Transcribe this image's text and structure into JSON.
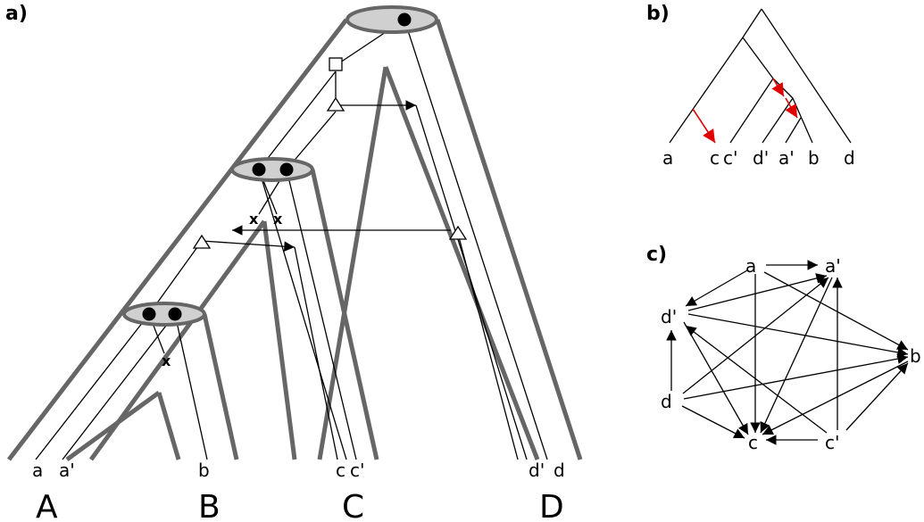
{
  "panels": {
    "a": "a)",
    "b": "b)",
    "c": "c)"
  },
  "panel_a": {
    "species": [
      "A",
      "B",
      "C",
      "D"
    ],
    "gene_leaves": [
      "a",
      "a'",
      "b",
      "c",
      "c'",
      "d'",
      "d"
    ],
    "loss_mark": "x",
    "events": {
      "speciation": "filled circle",
      "duplication": "square",
      "transfer": "triangle"
    }
  },
  "panel_b": {
    "leaves": [
      "a",
      "c",
      "c'",
      "d'",
      "a'",
      "b",
      "d"
    ],
    "transfer_color": "#e00000"
  },
  "panel_c": {
    "nodes": [
      "a",
      "a'",
      "d'",
      "b",
      "d",
      "c",
      "c'"
    ]
  }
}
